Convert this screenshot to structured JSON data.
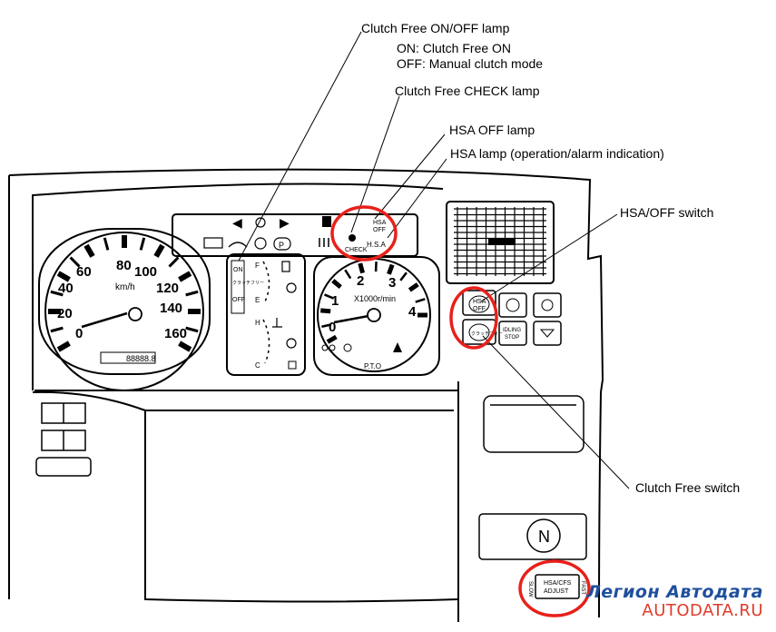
{
  "callouts": {
    "clutch_free_lamp": {
      "title": "Clutch Free ON/OFF lamp",
      "on_line": "ON: Clutch Free ON",
      "off_line": "OFF: Manual clutch mode"
    },
    "clutch_free_check_lamp": "Clutch Free CHECK lamp",
    "hsa_off_lamp": "HSA OFF lamp",
    "hsa_lamp": "HSA lamp (operation/alarm indication)",
    "hsa_off_switch": "HSA/OFF switch",
    "clutch_free_switch": "Clutch Free switch"
  },
  "speedometer": {
    "scale": [
      "0",
      "20",
      "40",
      "60",
      "80",
      "100",
      "120",
      "140",
      "160"
    ],
    "unit": "km/h",
    "odometer": "88888.8"
  },
  "tachometer": {
    "scale": [
      "0",
      "1",
      "2",
      "3",
      "4"
    ],
    "unit": "X1000r/min",
    "label": "P.T.O"
  },
  "gauge_cluster": {
    "fuel_full": "F",
    "fuel_empty": "E",
    "temp_hot": "H",
    "temp_cold": "C",
    "clutch_free_on": "ON",
    "clutch_free_text": "クラッチフリー",
    "clutch_free_off": "OFF"
  },
  "indicator_panel": {
    "check_lamp_label": "CHECK",
    "hsa_off_label_top": "HSA",
    "hsa_off_label_bottom": "OFF",
    "hsa_lamp_label": "H.S.A",
    "parking_label": "P"
  },
  "switches": {
    "hsa_off_top": "HSA",
    "hsa_off_bottom": "OFF",
    "clutch_free_text": "クラッチフリー",
    "idling_stop_top": "IDLING",
    "idling_stop_bottom": "STOP"
  },
  "lower_console": {
    "neutral_label": "N",
    "adjust_top": "HSA/CFS",
    "adjust_bottom": "ADJUST",
    "slow_label": "SLOW",
    "fast_label": "FAST"
  },
  "watermark": {
    "brand": "Легион Автодата",
    "url": "AUTODATA.RU"
  },
  "colors": {
    "highlight": "#e8201a",
    "line": "#000000",
    "brand_blue": "#1e4f9c",
    "brand_red": "#e03b2b"
  }
}
